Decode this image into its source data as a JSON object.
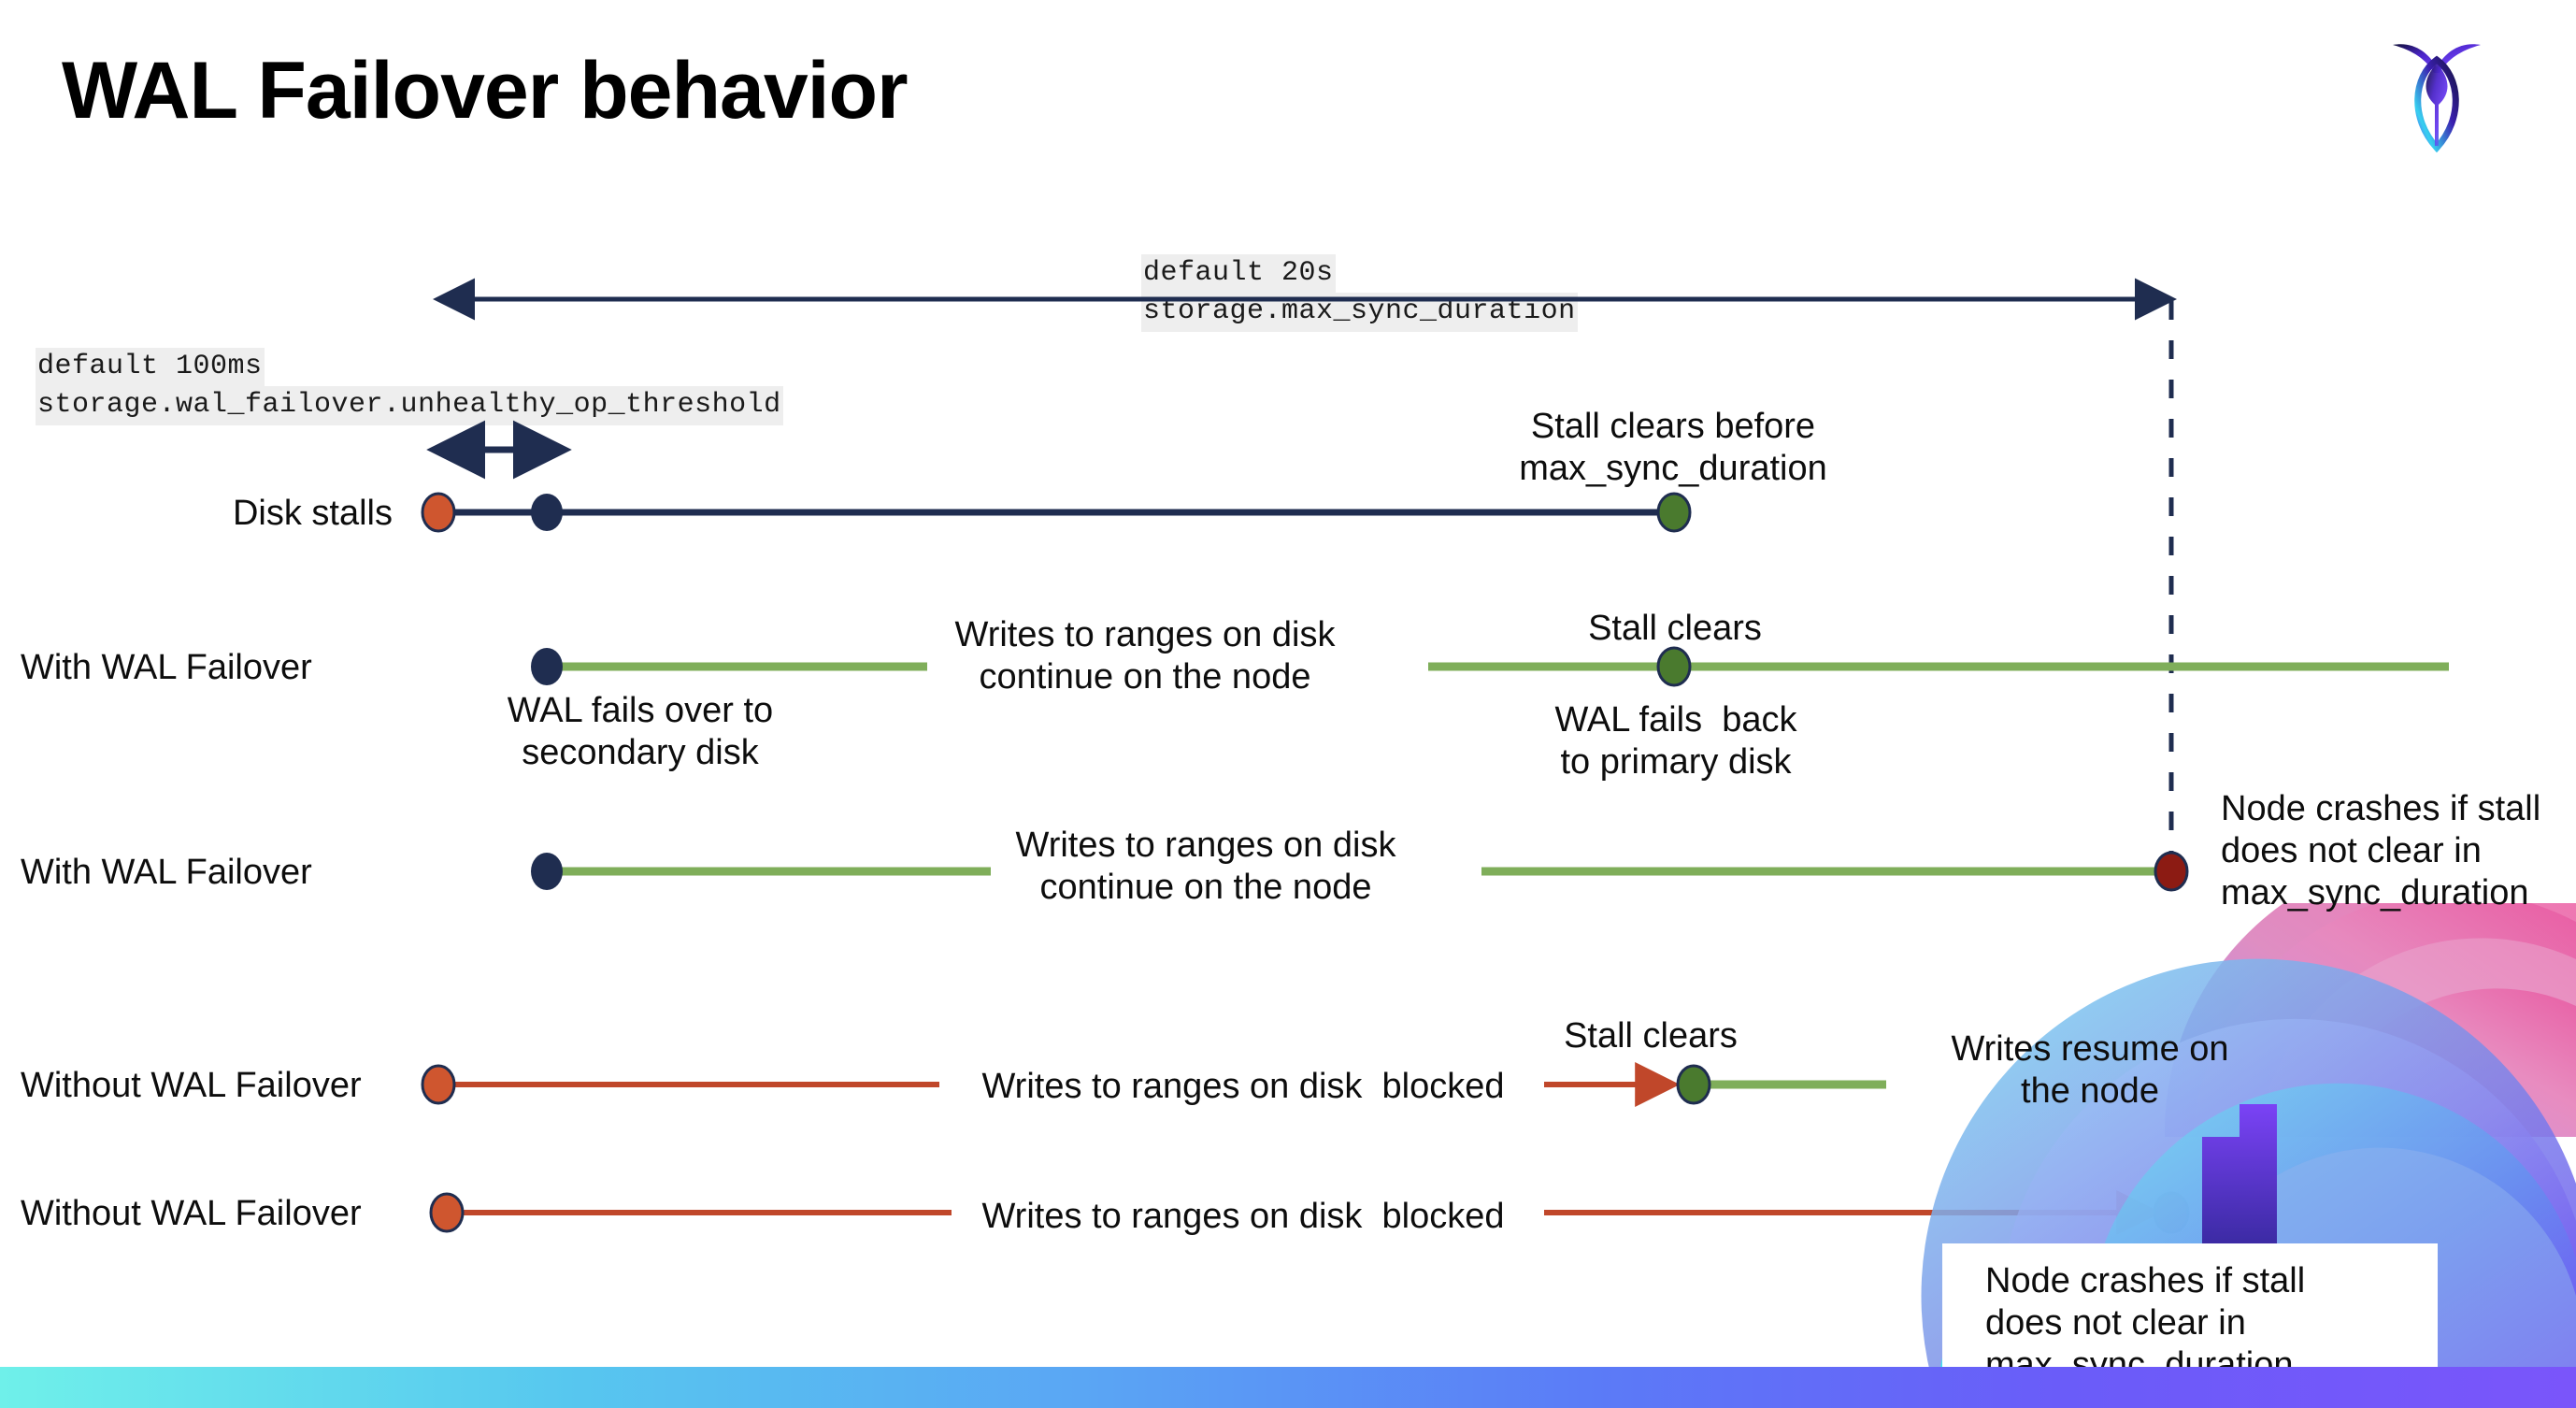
{
  "slide": {
    "title": "WAL Failover behavior",
    "logo_name": "cockroachdb-logo"
  },
  "annotations": {
    "max_sync": {
      "line1": "default 20s",
      "line2": "storage.max_sync_duration"
    },
    "unhealthy_threshold": {
      "line1": "default 100ms",
      "line2": "storage.wal_failover.unhealthy_op_threshold"
    }
  },
  "rows": [
    {
      "label": "Disk stalls",
      "note_right": "Stall clears before\nmax_sync_duration"
    },
    {
      "label": "With WAL Failover",
      "note_under_start": "WAL fails over to\nsecondary disk",
      "note_mid": "Writes to ranges on disk\ncontinue on the node",
      "note_stall": "Stall clears",
      "note_under_stall": "WAL fails  back\nto primary disk"
    },
    {
      "label": "With WAL Failover",
      "note_mid": "Writes to ranges on disk\ncontinue on the node",
      "note_right": "Node crashes if stall\ndoes not clear in\nmax_sync_duration"
    },
    {
      "label": "Without WAL Failover",
      "note_mid": "Writes to ranges on disk  blocked",
      "note_stall": "Stall clears",
      "note_resume": "Writes resume on\nthe node"
    },
    {
      "label": "Without WAL Failover",
      "note_mid": "Writes to ranges on disk  blocked",
      "note_card": "Node crashes if stall\ndoes not clear in\nmax_sync_duration"
    }
  ],
  "colors": {
    "navy": "#1f2d50",
    "green_line": "#7fae5a",
    "green_dot": "#4a7a2e",
    "orange": "#c0472a",
    "orange_dot": "#cf562f",
    "dark_red": "#8c1b13",
    "code_bg": "#eeeeee",
    "bar_start": "#6ff0ea",
    "bar_end": "#7a55fa"
  }
}
